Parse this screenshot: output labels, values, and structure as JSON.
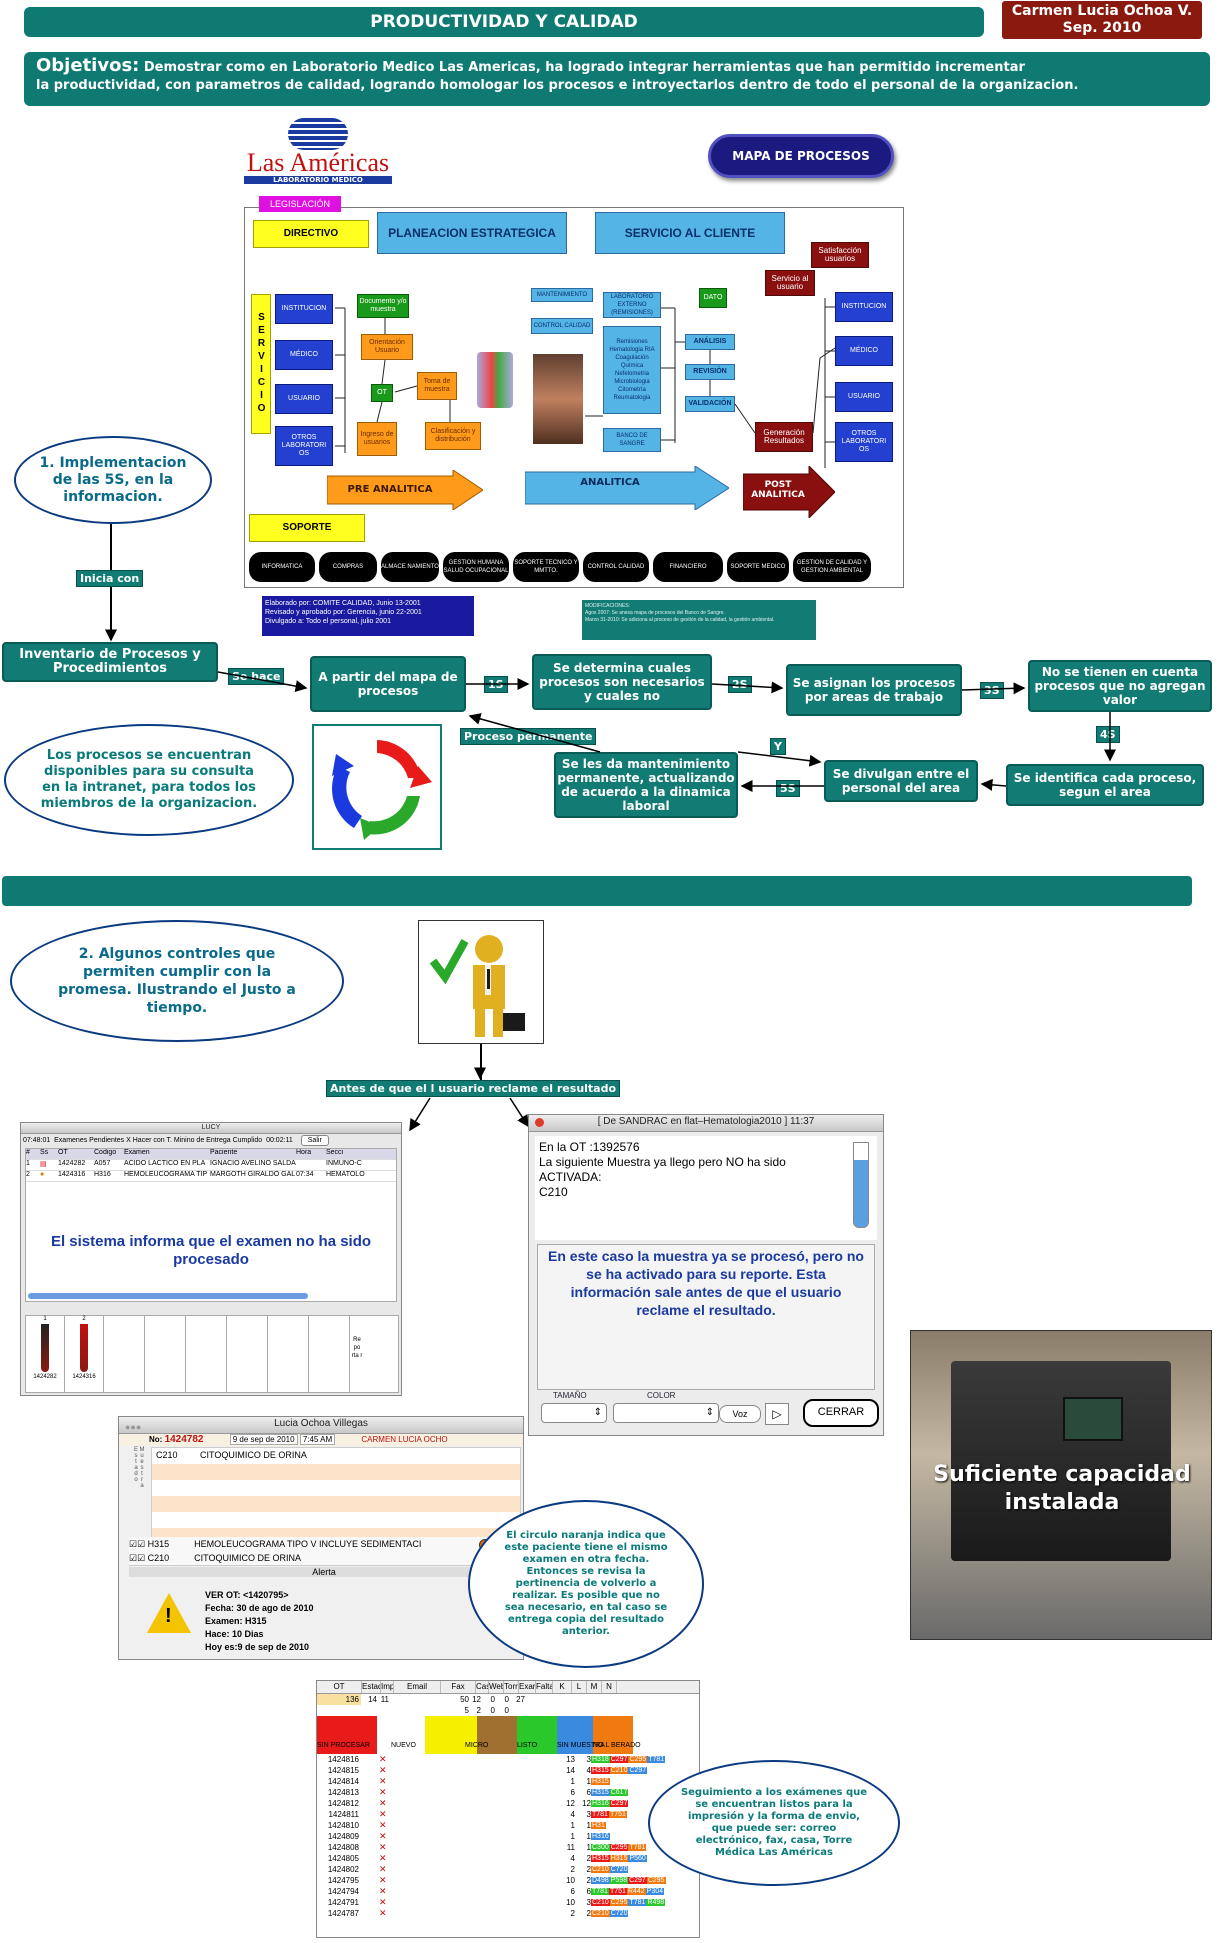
{
  "header": {
    "title": "PRODUCTIVIDAD Y CALIDAD",
    "author_line1": "Carmen Lucia Ochoa V.",
    "author_line2": "Sep. 2010"
  },
  "objectives": {
    "lead": "Objetivos:",
    "text1": "Demostrar como en Laboratorio Medico Las Americas, ha logrado integrar herramientas que han permitido incrementar",
    "text2": "la productividad, con parametros de calidad, logrando homologar los procesos e introyectarlos dentro de todo el personal de la organizacion."
  },
  "process_map": {
    "logo_text": "Las Américas",
    "logo_sub": "LABORATORIO MEDICO",
    "map_title": "MAPA DE PROCESOS",
    "legislacion": "LEGISLACIÓN",
    "directivo": "DIRECTIVO",
    "planeacion": "PLANEACION ESTRATEGICA",
    "servicio_cliente": "SERVICIO AL CLIENTE",
    "servicio_vertical": "SERVICIO",
    "left_items": [
      "INSTITUCION",
      "MÉDICO",
      "USUARIO",
      "OTROS LABORATORI OS"
    ],
    "right_items": [
      "INSTITUCION",
      "MÉDICO",
      "USUARIO",
      "OTROS LABORATORI OS"
    ],
    "documento": "Documento y/o muestra",
    "orientacion": "Orientación Usuario",
    "ot": "OT",
    "toma": "Toma de muestra",
    "ingreso": "Ingreso de usuarios",
    "clasificacion": "Clasificación y distribución",
    "mantenimiento": "MANTENIMIENTO",
    "control_calidad": "CONTROL CALIDAD",
    "lab_externo": "LABORATORIO EXTERNO (REMISIONES)",
    "remisiones": "Remisiones Hematologia RIA Coagulación Química Nefelometria Microbiologia Citometría Reumatologia",
    "banco": "BANCO DE SANGRE",
    "dato": "DATO",
    "analisis": "ANÁLISIS",
    "revision": "REVISIÓN",
    "validacion": "VALIDACIÓN",
    "satisfaccion": "Satisfacción usuarios",
    "servicio_usuario": "Servicio al usuario",
    "generacion": "Generación Resultados",
    "pre_analitica": "PRE ANALITICA",
    "analitica": "ANALITICA",
    "post_analitica": "POST ANALITICA",
    "soporte": "SOPORTE",
    "bottom_pills": [
      "INFORMATICA",
      "COMPRAS",
      "ALMACE NAMIENTO",
      "GESTION HUMANA SALUD OCUPACIONAL",
      "SOPORTE TECNICO Y MMTTO.",
      "CONTROL CALIDAD",
      "FINANCIERO",
      "SOPORTE MEDICO",
      "GESTION DE CALIDAD Y GESTION AMBIENTAL"
    ],
    "elaborado": "Elaborado por: COMITE CALIDAD, Junio 13-2001",
    "revisado": "Revisado y aprobado por: Gerencia, junio 22-2001",
    "divulgado": "Divulgado a: Todo el personal, julio 2001",
    "modificaciones_title": "MODIFICACIONES:",
    "modificaciones_1": "Agos 2007: Se anexa mapa de procesos del Banco de Sangre.",
    "modificaciones_2": "Marzo 31-2010: Se adiciona al proceso de gestión de la calidad, la gestión ambiental."
  },
  "section1": {
    "oval": "1. Implementacion de las 5S, en la informacion.",
    "inicia": "Inicia con",
    "inventario": "Inventario de Procesos y Procedimientos",
    "se_hace": "Se hace",
    "mapa": "A partir del mapa de procesos",
    "s1": "1S",
    "determina": "Se determina cuales procesos son necesarios y cuales no",
    "s2": "2S",
    "asignan": "Se asignan los procesos por areas de trabajo",
    "s3": "3S",
    "no_tienen": "No se tienen en cuenta procesos que no agregan valor",
    "s4": "4S",
    "identifica": "Se identifica cada proceso, segun el area",
    "divulgan": "Se divulgan entre el personal del area",
    "s5": "5S",
    "mantenimiento": "Se les da mantenimiento permanente, actualizando de acuerdo a la dinamica laboral",
    "y": "Y",
    "proceso_permanente": "Proceso permanente",
    "disponibles": "Los procesos se encuentran disponibles para su consulta en la intranet, para todos los miembros de la organizacion."
  },
  "section2": {
    "oval": "2. Algunos controles que permiten cumplir con la promesa. Ilustrando el Justo a tiempo.",
    "antes": "Antes de que el l usuario reclame el resultado",
    "capacidad": "Suficiente capacidad instalada"
  },
  "lucy_window": {
    "title": "LUCY",
    "time": "07:48:01",
    "header_text": "Examenes Pendientes X Hacer con T. Minino de Entrega Cumplido",
    "clock": "00:02:11",
    "salir": "Salir",
    "columns": [
      "#",
      "Ss",
      "OT",
      "Codigo",
      "Examen",
      "Paciente",
      "Hora",
      "Secci"
    ],
    "rows": [
      [
        "1",
        "",
        "1424282",
        "A057",
        "ACIDO LACTICO EN PLA",
        "IGNACIO AVELINO SALDA",
        "",
        "INMUNO-C"
      ],
      [
        "2",
        "",
        "1424316",
        "H316",
        "HEMOLEUCOGRAMA TIP",
        "MARGOTH GIRALDO GAL",
        "07:34",
        "HEMATOLO"
      ]
    ],
    "message": "El sistema informa que el examen no ha sido procesado",
    "tube_nums": [
      "1",
      "2"
    ],
    "tube_labels": [
      "1424282",
      "1424316"
    ],
    "reporta": "Re po rta r"
  },
  "sandrac_window": {
    "title": "[ De SANDRAC en flat–Hematologia2010 ] 11:37",
    "line1": "En la OT :1392576",
    "line2": "La siguiente Muestra ya llego pero NO ha sido",
    "line3": "ACTIVADA:",
    "line4": "C210",
    "message": "En este caso la muestra ya se procesó, pero no se ha activado para su reporte. Esta información sale antes de que el usuario reclame el resultado.",
    "tamano": "TAMAÑO",
    "color": "COLOR",
    "voz": "Voz",
    "cerrar": "CERRAR"
  },
  "ochoa_window": {
    "title": "Lucia Ochoa Villegas",
    "no_label": "No:",
    "no_value": "1424782",
    "date": "9 de sep de 2010",
    "time": "7:45 AM",
    "user": "CARMEN LUCIA OCHO",
    "side": "Estado Muestra",
    "rows": [
      [
        "C210",
        "CITOQUIMICO DE ORINA"
      ],
      [
        "H315",
        "HEMOLEUCOGRAMA TIPO V INCLUYE SEDIMENTACI"
      ],
      [
        "C210",
        "CITOQUIMICO DE ORINA"
      ]
    ],
    "alerta": "Alerta",
    "ver_ot": "VER OT: <1420795>",
    "fecha": "Fecha: 30 de ago de 2010",
    "examen": "Examen: H315",
    "hace": "Hace: 10 Dias",
    "hoy": "Hoy es:9 de sep de 2010",
    "callout": "El circulo naranja indica que este paciente tiene el mismo examen en otra fecha. Entonces se revisa la pertinencia de volverlo a realizar. Es posible que no sea necesario, en tal caso se entrega copia del resultado anterior."
  },
  "tracking_table": {
    "headers": [
      "OT",
      "Estado",
      "Imp",
      "Email",
      "Fax",
      "Casa",
      "Web",
      "Torre",
      "Exam.",
      "Faltan",
      "K",
      "L",
      "M",
      "N"
    ],
    "row1": [
      "136",
      "14",
      "11",
      "",
      "50",
      "12",
      "0",
      "0",
      "27"
    ],
    "row2": [
      "",
      "",
      "",
      "",
      "5",
      "2",
      "0",
      "0",
      ""
    ],
    "status_labels": [
      "SIN PROCESAR",
      "NUEVO",
      "MICRO",
      "LISTO",
      "SIN MUESTRA",
      "NO L BERADO"
    ],
    "ots": [
      "1424816",
      "1424815",
      "1424814",
      "1424813",
      "1424812",
      "1424811",
      "1424810",
      "1424809",
      "1424808",
      "1424805",
      "1424802",
      "1424795",
      "1424794",
      "1424791",
      "1424787"
    ],
    "exam": [
      "13",
      "14",
      "1",
      "6",
      "12",
      "4",
      "1",
      "1",
      "11",
      "4",
      "2",
      "10",
      "6",
      "10",
      "2"
    ],
    "faltan": [
      "3",
      "4",
      "1",
      "6",
      "12",
      "3",
      "1",
      "1",
      "1",
      "2",
      "2",
      "2",
      "6",
      "3",
      "2"
    ],
    "codes": [
      "H318 C297 C295 T781",
      "H315 C210 C297",
      "H315",
      "H315 C617",
      "H316 C297",
      "T781 T751",
      "H31",
      "H316",
      "C300 C295 T781",
      "H315 H315 P560",
      "C210 C720",
      "D498 P598 C297 C295",
      "T781 T751 R442 P304",
      "C210 C295 T781 R498",
      "C210 C720"
    ],
    "callout": "Seguimiento a los exámenes que se encuentran listos para la impresión y la forma de envio, que puede ser: correo electrónico, fax, casa, Torre Médica Las Américas"
  },
  "colors": {
    "teal": "#0f7a72",
    "navy": "#0a3a80",
    "maroon": "#8a1a10"
  }
}
